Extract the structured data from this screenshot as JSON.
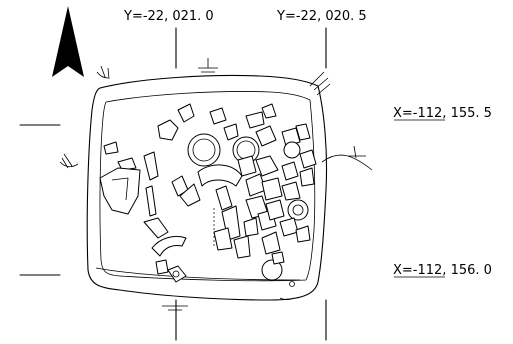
{
  "grid_labels": {
    "y_left": "Y=-22, 021. 0",
    "y_right": "Y=-22, 020. 5",
    "x_top": "X=-112, 155. 5",
    "x_bottom": "X=-112, 156. 0"
  },
  "north_arrow": "north-arrow-icon",
  "colors": {
    "ink": "#000000",
    "paper": "#ffffff"
  }
}
